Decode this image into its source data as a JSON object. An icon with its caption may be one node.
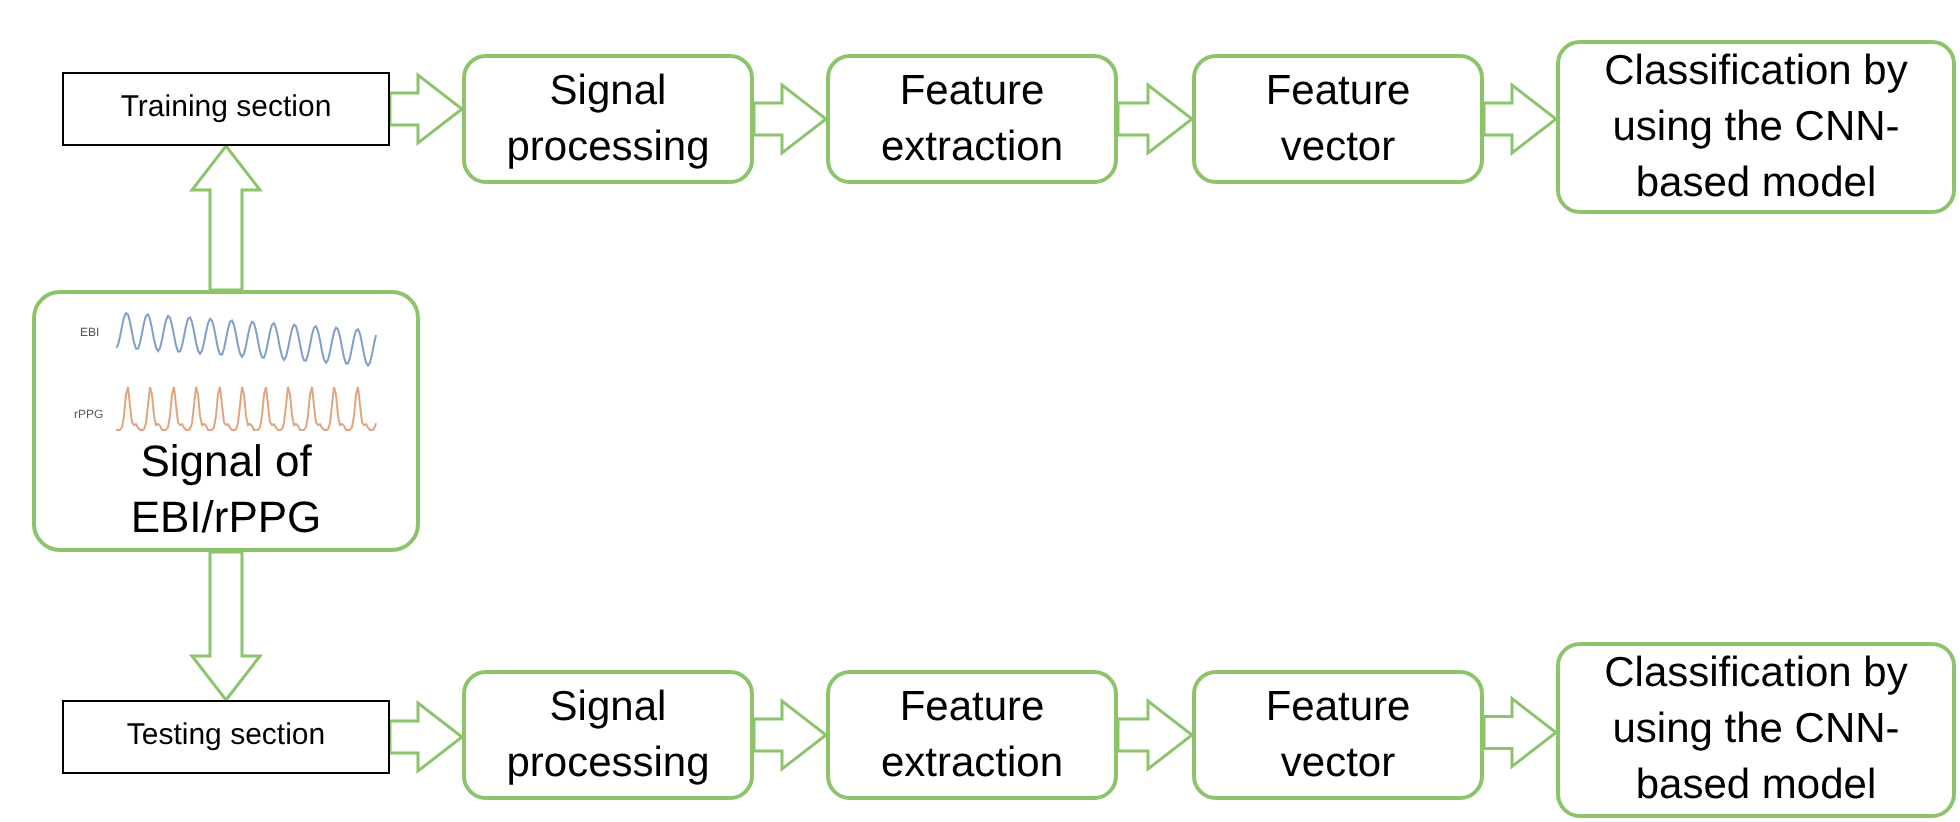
{
  "diagram": {
    "nodes": [
      {
        "text": [
          "Training section"
        ]
      },
      {
        "text": [
          "Signal processing"
        ]
      },
      {
        "text": [
          "Feature extraction"
        ]
      },
      {
        "text": [
          "Feature vector"
        ]
      },
      {
        "text": [
          "Classification by using the CNN-based model"
        ]
      },
      {
        "text": [
          "EBI",
          "rPPG",
          "Signal of EBI/rPPG"
        ]
      },
      {
        "text": [
          "Testing section"
        ]
      },
      {
        "text": [
          "Signal processing"
        ]
      },
      {
        "text": [
          "Feature extraction"
        ]
      },
      {
        "text": [
          "Feature vector"
        ]
      },
      {
        "text": [
          "Classification by using the CNN-based model"
        ]
      }
    ],
    "edges": [
      {
        "from": 5,
        "to": 0,
        "arrow": "to"
      },
      {
        "from": 0,
        "to": 1,
        "arrow": "to"
      },
      {
        "from": 1,
        "to": 2,
        "arrow": "to"
      },
      {
        "from": 2,
        "to": 3,
        "arrow": "to"
      },
      {
        "from": 3,
        "to": 4,
        "arrow": "to"
      },
      {
        "from": 5,
        "to": 6,
        "arrow": "to"
      },
      {
        "from": 6,
        "to": 7,
        "arrow": "to"
      },
      {
        "from": 7,
        "to": 8,
        "arrow": "to"
      },
      {
        "from": 8,
        "to": 9,
        "arrow": "to"
      },
      {
        "from": 9,
        "to": 10,
        "arrow": "to"
      }
    ]
  }
}
